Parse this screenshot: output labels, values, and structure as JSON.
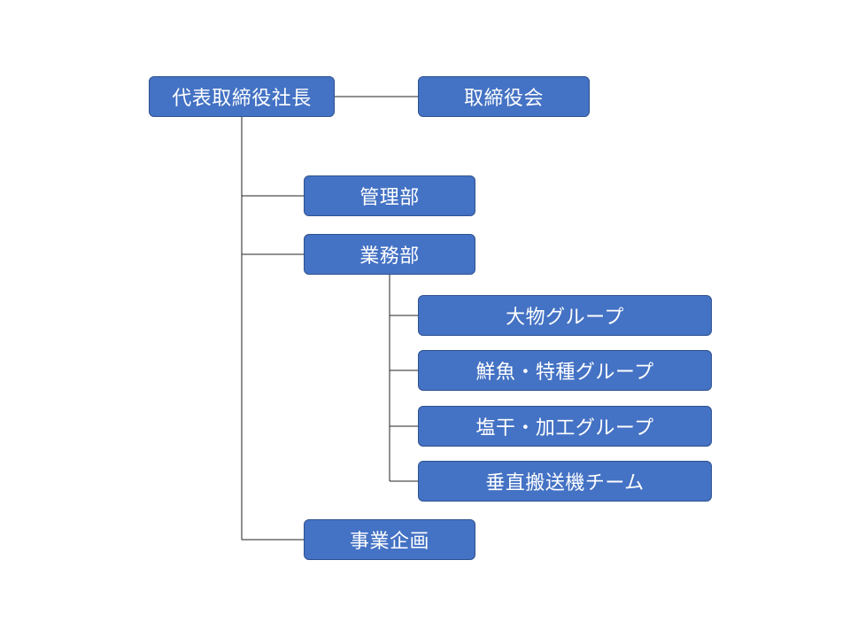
{
  "org_chart": {
    "ceo": "代表取締役社長",
    "board": "取締役会",
    "admin_dept": "管理部",
    "business_dept": "業務部",
    "groups": [
      "大物グループ",
      "鮮魚・特種グループ",
      "塩干・加工グループ",
      "垂直搬送機チーム"
    ],
    "planning": "事業企画"
  },
  "colors": {
    "box_fill": "#4472c4",
    "box_border": "#2f528f",
    "box_text": "#ffffff",
    "connector": "#222222"
  }
}
